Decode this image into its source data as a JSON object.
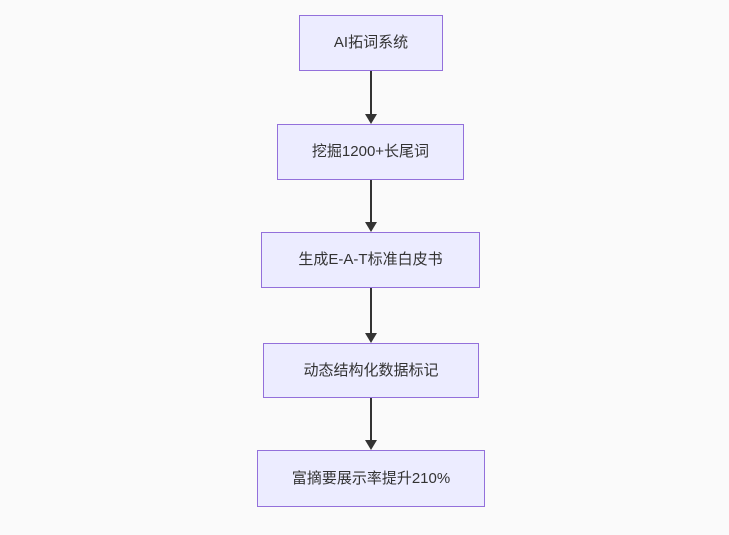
{
  "diagram": {
    "type": "flowchart-top-down",
    "colors": {
      "page_background": "#fafafa",
      "node_fill": "#ECECFF",
      "node_border": "#9370DB",
      "node_text": "#333333",
      "arrow": "#333333"
    },
    "nodes": [
      {
        "id": "node-1",
        "label": "AI拓词系统"
      },
      {
        "id": "node-2",
        "label": "挖掘1200+长尾词"
      },
      {
        "id": "node-3",
        "label": "生成E-A-T标准白皮书"
      },
      {
        "id": "node-4",
        "label": "动态结构化数据标记"
      },
      {
        "id": "node-5",
        "label": "富摘要展示率提升210%"
      }
    ],
    "edges": [
      {
        "from": "node-1",
        "to": "node-2"
      },
      {
        "from": "node-2",
        "to": "node-3"
      },
      {
        "from": "node-3",
        "to": "node-4"
      },
      {
        "from": "node-4",
        "to": "node-5"
      }
    ]
  }
}
